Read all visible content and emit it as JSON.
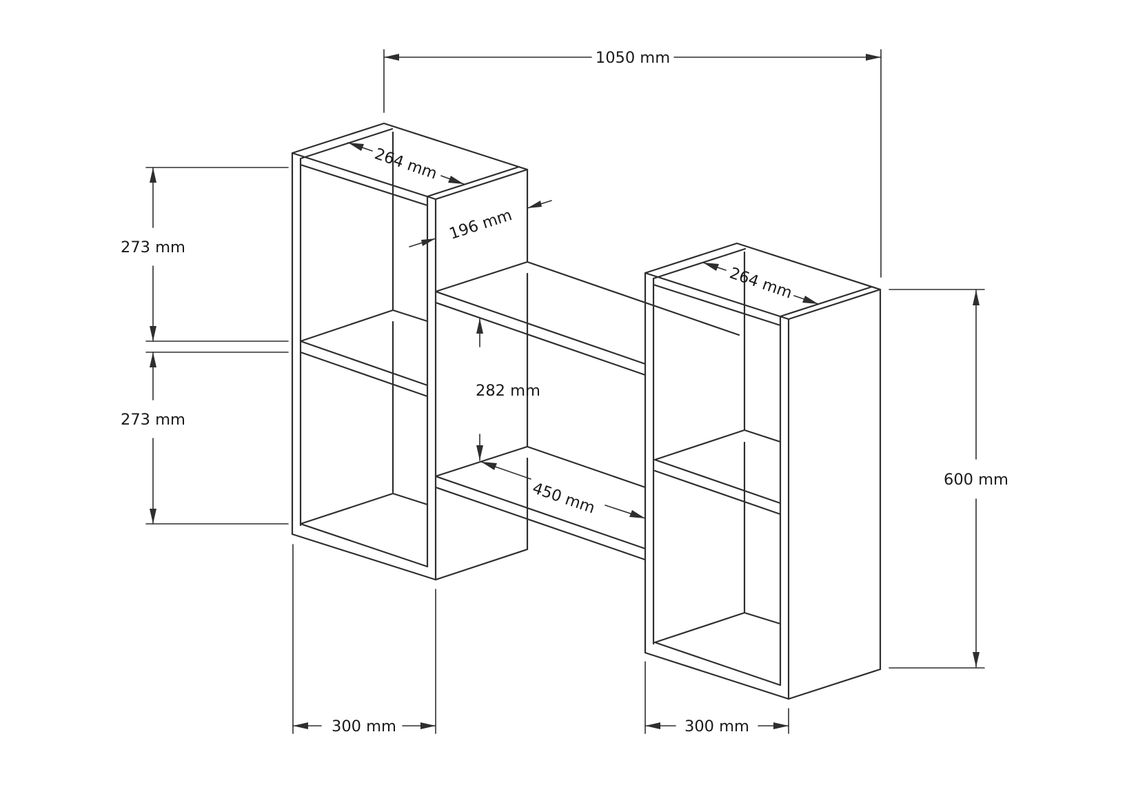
{
  "figure": {
    "background_color": "#ffffff",
    "line_color": "#2e2e2e",
    "text_color": "#1a1a1a"
  },
  "labels": {
    "overall_width": "1050 mm",
    "left_box_top_width": "264 mm",
    "left_box_depth": "196 mm",
    "left_box_upper_section_height": "273 mm",
    "left_box_lower_section_height": "273 mm",
    "middle_opening_height": "282 mm",
    "middle_shelf_length": "450 mm",
    "right_box_top_width": "264 mm",
    "right_box_height": "600 mm",
    "left_box_width": "300 mm",
    "right_box_width": "300 mm"
  }
}
